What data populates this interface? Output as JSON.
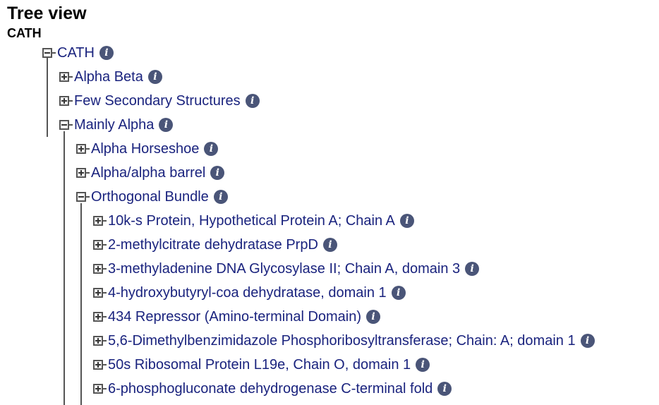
{
  "header": {
    "title": "Tree view",
    "subtitle": "CATH"
  },
  "info_glyph": "i",
  "tree": {
    "root": {
      "label": "CATH",
      "state": "expanded"
    },
    "level1": [
      {
        "label": "Alpha Beta",
        "state": "collapsed"
      },
      {
        "label": "Few Secondary Structures",
        "state": "collapsed"
      },
      {
        "label": "Mainly Alpha",
        "state": "expanded"
      }
    ],
    "level2": [
      {
        "label": "Alpha Horseshoe",
        "state": "collapsed"
      },
      {
        "label": "Alpha/alpha barrel",
        "state": "collapsed"
      },
      {
        "label": "Orthogonal Bundle",
        "state": "expanded"
      }
    ],
    "level3": [
      {
        "label": "10k-s Protein, Hypothetical Protein A; Chain A",
        "state": "collapsed"
      },
      {
        "label": "2-methylcitrate dehydratase PrpD",
        "state": "collapsed"
      },
      {
        "label": "3-methyladenine DNA Glycosylase II; Chain A, domain 3",
        "state": "collapsed"
      },
      {
        "label": "4-hydroxybutyryl-coa dehydratase, domain 1",
        "state": "collapsed"
      },
      {
        "label": "434 Repressor (Amino-terminal Domain)",
        "state": "collapsed"
      },
      {
        "label": "5,6-Dimethylbenzimidazole Phosphoribosyltransferase; Chain: A; domain 1",
        "state": "collapsed"
      },
      {
        "label": "50s Ribosomal Protein L19e, Chain O, domain 1",
        "state": "collapsed"
      },
      {
        "label": "6-phosphogluconate dehydrogenase C-terminal fold",
        "state": "collapsed"
      }
    ]
  },
  "colors": {
    "link": "#1a237e",
    "info_icon": "#4a5578",
    "tree_line": "#555555"
  }
}
